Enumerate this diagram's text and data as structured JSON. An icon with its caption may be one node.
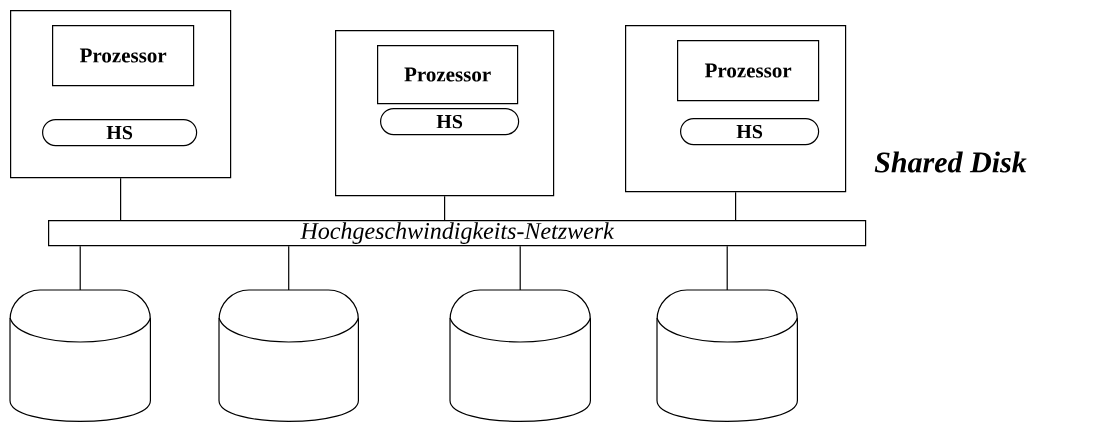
{
  "diagram": {
    "nodes": [
      {
        "text": [],
        "shape": "box"
      },
      {
        "text": [
          "Prozessor"
        ],
        "in": 0
      },
      {
        "text": [
          "HS"
        ],
        "in": 0
      },
      {
        "text": [],
        "shape": "box"
      },
      {
        "text": [
          "Prozessor"
        ],
        "in": 3
      },
      {
        "text": [
          "HS"
        ],
        "in": 3
      },
      {
        "text": [],
        "shape": "box"
      },
      {
        "text": [
          "Prozessor"
        ],
        "in": 6
      },
      {
        "text": [
          "HS"
        ],
        "in": 6
      },
      {
        "text": [
          "Hochgeschwindigkeits-Netzwerk"
        ]
      },
      {
        "text": [],
        "shape": "cylinder"
      },
      {
        "text": [],
        "shape": "cylinder"
      },
      {
        "text": [],
        "shape": "cylinder"
      },
      {
        "text": [],
        "shape": "cylinder"
      }
    ],
    "edges": [
      {
        "from": 0,
        "to": 9,
        "arrow": "none"
      },
      {
        "from": 3,
        "to": 9,
        "arrow": "none"
      },
      {
        "from": 6,
        "to": 9,
        "arrow": "none"
      },
      {
        "from": 9,
        "to": 10,
        "arrow": "none"
      },
      {
        "from": 9,
        "to": 11,
        "arrow": "none"
      },
      {
        "from": 9,
        "to": 12,
        "arrow": "none"
      },
      {
        "from": 9,
        "to": 13,
        "arrow": "none"
      }
    ],
    "labels": [
      "Shared Disk"
    ]
  }
}
